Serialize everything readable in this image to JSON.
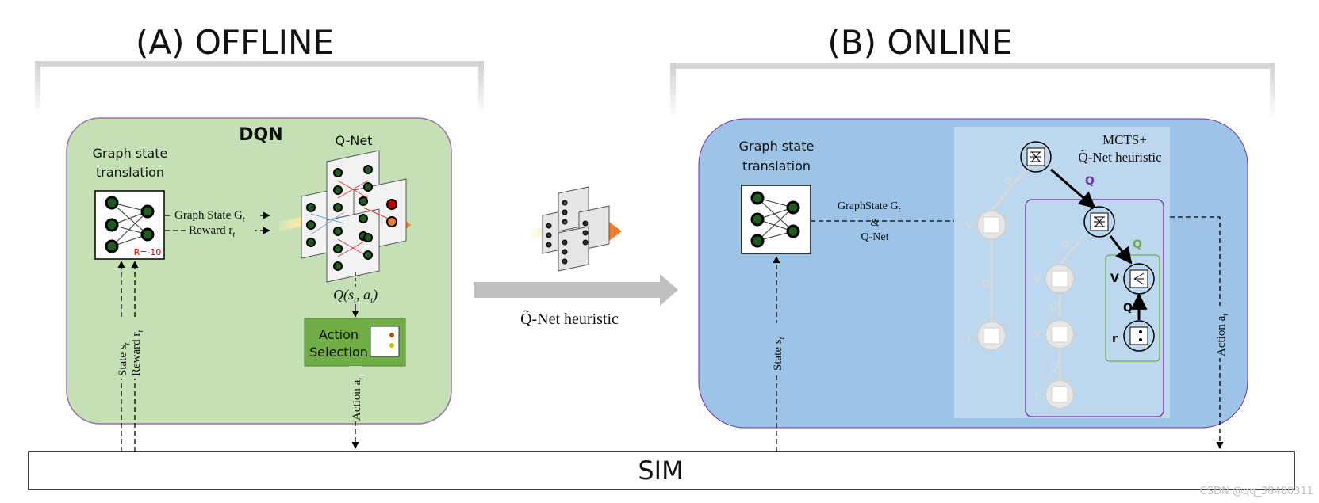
{
  "offline": {
    "title": "(A) OFFLINE",
    "dqn_label": "DQN",
    "graph_state_translation": [
      "Graph state",
      "translation"
    ],
    "reward_badge": "R=-10",
    "qnet_label": "Q-Net",
    "graph_state_arrow": "Graph State G",
    "graph_state_sub": "t",
    "reward_arrow": "Reward r",
    "reward_sub": "t",
    "q_value": "Q(s",
    "q_value_sub1": "t",
    "q_value_mid": ", a",
    "q_value_sub2": "t",
    "q_value_end": ")",
    "action_selection": [
      "Action",
      "Selection"
    ],
    "state_label": "State s",
    "state_sub": "t",
    "reward_label": "Reward r",
    "reward_label_sub": "t",
    "action_label": "Action a",
    "action_sub": "t"
  },
  "middle": {
    "transfer_label": "Q̃-Net heuristic"
  },
  "online": {
    "title": "(B) ONLINE",
    "graph_state_translation": [
      "Graph state",
      "translation"
    ],
    "graph_state_arrow": "GraphState G",
    "graph_state_sub": "t",
    "and_label": "&",
    "qnet_label": "Q-Net",
    "mcts_title": [
      "MCTS+",
      "Q̃-Net heuristic"
    ],
    "q_label": "Q",
    "v_label": "V",
    "r_label": "r",
    "state_label": "State s",
    "state_sub": "t",
    "action_label": "Action a",
    "action_sub": "t"
  },
  "sim": {
    "label": "SIM"
  },
  "watermark": "CSDN @qq_38480311",
  "colors": {
    "offline_panel": "#c5e0b4",
    "offline_border": "#9673a6",
    "online_panel": "#9dc3e6",
    "mcts_panel": "#bdd7ee",
    "purple": "#7030a0",
    "green": "#70ad47",
    "action_box": "#70ad47",
    "arrow_gray": "#bfbfbf",
    "orange": "#ed7d31"
  }
}
